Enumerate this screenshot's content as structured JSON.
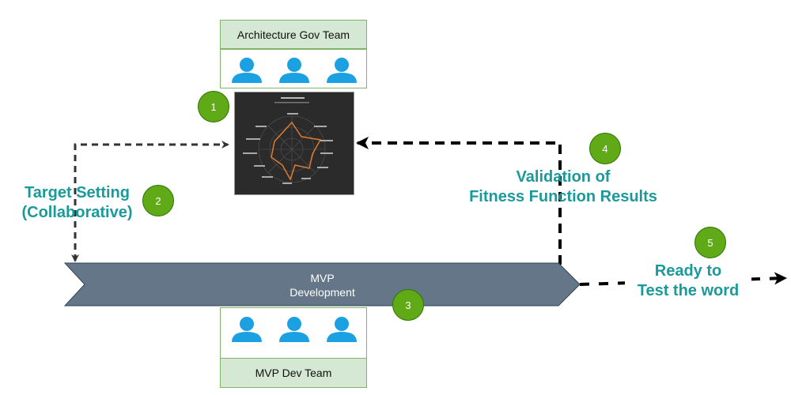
{
  "arch_team": {
    "label": "Architecture Gov Team"
  },
  "dev_team": {
    "label": "MVP Dev Team"
  },
  "mvp": {
    "line1": "MVP",
    "line2": "Development"
  },
  "steps": {
    "s1": "1",
    "s2": "2",
    "s3": "3",
    "s4": "4",
    "s5": "5"
  },
  "target": {
    "line1": "Target Setting",
    "line2": "(Collaborative)"
  },
  "validation": {
    "line1": "Validation of",
    "line2": "Fitness Function Results"
  },
  "ready": {
    "line1": "Ready to",
    "line2": "Test the word"
  },
  "colors": {
    "green": "#60a917",
    "teal": "#1a9a9a",
    "arrow_body": "#647687",
    "team_fill": "#d5e8d4",
    "person": "#1ba1e2"
  },
  "icons": {
    "person": "person-icon",
    "radar": "radar-chart-thumbnail"
  }
}
